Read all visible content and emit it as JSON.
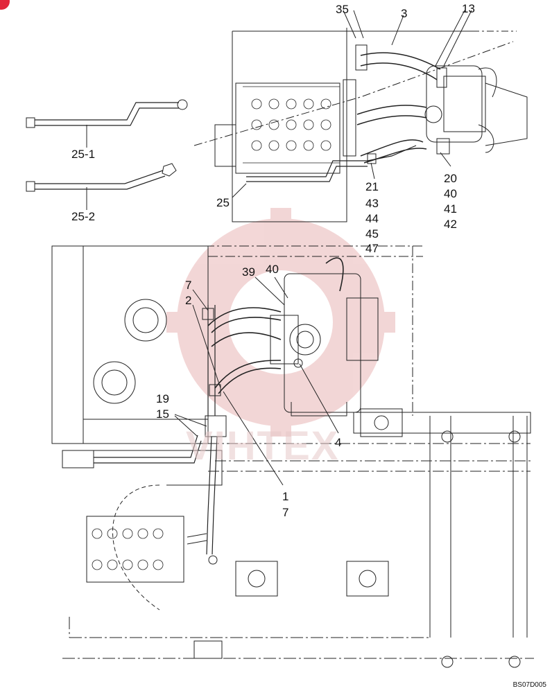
{
  "drawing_code": "BS07D005",
  "watermark": "VIHTEX",
  "part_labels": {
    "l35": "35",
    "l3": "3",
    "l13": "13",
    "l25_1": "25-1",
    "l25_2": "25-2",
    "l25": "25",
    "l21": "21",
    "l43": "43",
    "l44": "44",
    "l45": "45",
    "l47": "47",
    "l20": "20",
    "l40_top": "40",
    "l41": "41",
    "l42": "42",
    "l7_upper": "7",
    "l2": "2",
    "l39": "39",
    "l40_mid": "40",
    "l19": "19",
    "l15": "15",
    "l4": "4",
    "l1": "1",
    "l7_lower": "7"
  },
  "colors": {
    "line": "#222222",
    "watermark": "#e9b6b6",
    "corner_badge": "#e2263a"
  }
}
